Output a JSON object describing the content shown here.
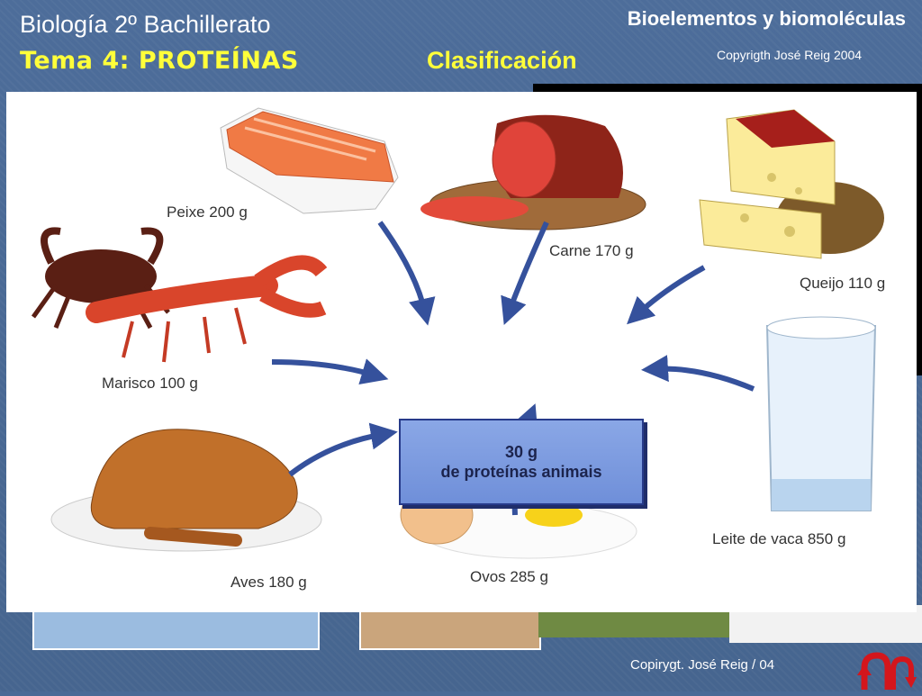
{
  "header": {
    "course": "Biología 2º Bachillerato",
    "tema": "Tema 4: PROTEÍNAS",
    "topic": "Bioelementos y biomoléculas",
    "subtopic": "Clasificación",
    "copyright": "Copyrigth José Reig 2004"
  },
  "figure": {
    "center_line1": "30 g",
    "center_line2": "de proteínas animais",
    "labels": {
      "fish": "Peixe 200 g",
      "meat": "Carne 170 g",
      "cheese": "Queijo 110 g",
      "seafood": "Marisco 100 g",
      "milk": "Leite de vaca 850 g",
      "poultry": "Aves 180 g",
      "eggs": "Ovos 285 g"
    },
    "icons": [
      "salmon-icon",
      "meat-icon",
      "cheese-icon",
      "crab-icon",
      "lobster-icon",
      "milk-glass-icon",
      "chicken-icon",
      "eggs-icon"
    ]
  },
  "footer": {
    "text": "Copirygt. José Reig / 04"
  },
  "nav": {
    "icon": "u-turn-arrows-icon",
    "color": "#d4161c"
  }
}
